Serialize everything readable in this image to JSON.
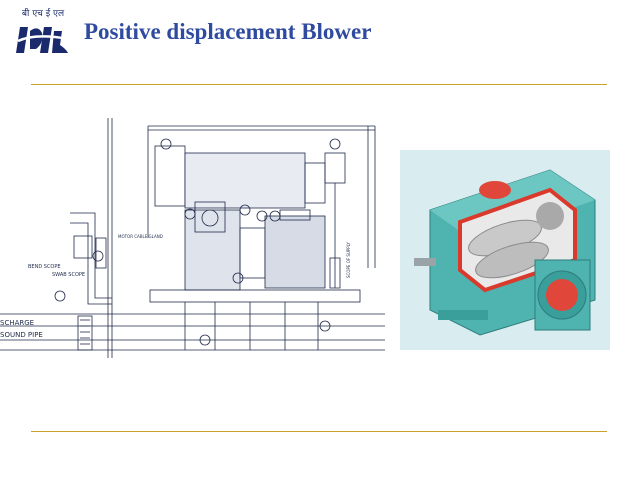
{
  "logo": {
    "hindi_text": "बी एच ई एल",
    "mark_text": "BHEL",
    "brand_color": "#1a2a6c"
  },
  "slide": {
    "title": "Positive displacement Blower",
    "title_color": "#2f4ba0",
    "rule_color": "#c9a227"
  },
  "drawing": {
    "labels": {
      "discharge": "SCHARGE",
      "sound_pipe": "SOUND PIPE",
      "bend_scope": "BEND SCOPE",
      "swab_scope": "SWAB SCOPE",
      "motor_label": "MOTOR CABLE GLAND",
      "right_label": "SCOPE OF SUPPLY"
    }
  },
  "photo": {
    "alt_icon": "blower-cutaway-image"
  }
}
